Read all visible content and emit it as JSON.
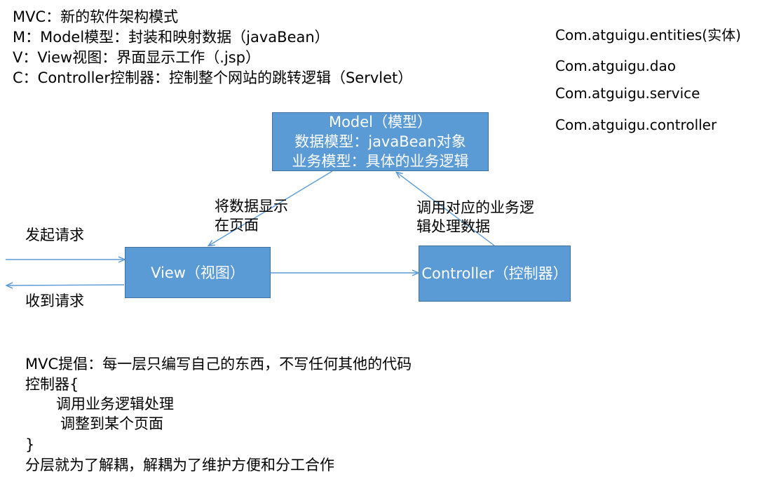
{
  "header": {
    "line1": "MVC：新的软件架构模式",
    "line2": "M：Model模型：封装和映射数据（javaBean）",
    "line3": "V：View视图：界面显示工作（.jsp）",
    "line4": "C：Controller控制器：控制整个网站的跳转逻辑（Servlet）"
  },
  "packages": [
    "Com.atguigu.entities(实体)",
    "Com.atguigu.dao",
    "Com.atguigu.service",
    "Com.atguigu.controller"
  ],
  "model_box": {
    "line1": "Model（模型）",
    "line2": "数据模型：javaBean对象",
    "line3": "业务模型：具体的业务逻辑"
  },
  "view_box": {
    "label": "View（视图）"
  },
  "controller_box": {
    "label": "Controller（控制器）"
  },
  "edge_labels": {
    "model_to_view_1": "将数据显示",
    "model_to_view_2": "在页面",
    "controller_to_model_1": "调用对应的业务逻",
    "controller_to_model_2": "辑处理数据",
    "send_request": "发起请求",
    "receive_request": "收到请求"
  },
  "footer": {
    "line1": "MVC提倡：每一层只编写自己的东西，不写任何其他的代码",
    "line2": "控制器{",
    "line3": "调用业务逻辑处理",
    "line4": "调整到某个页面",
    "line5": "}",
    "line6": "分层就为了解耦，解耦为了维护方便和分工合作"
  },
  "colors": {
    "box_fill": "#5b9bd5",
    "box_border": "#41719c",
    "arrow": "#5b9bd5",
    "box_text": "#ffffff"
  }
}
